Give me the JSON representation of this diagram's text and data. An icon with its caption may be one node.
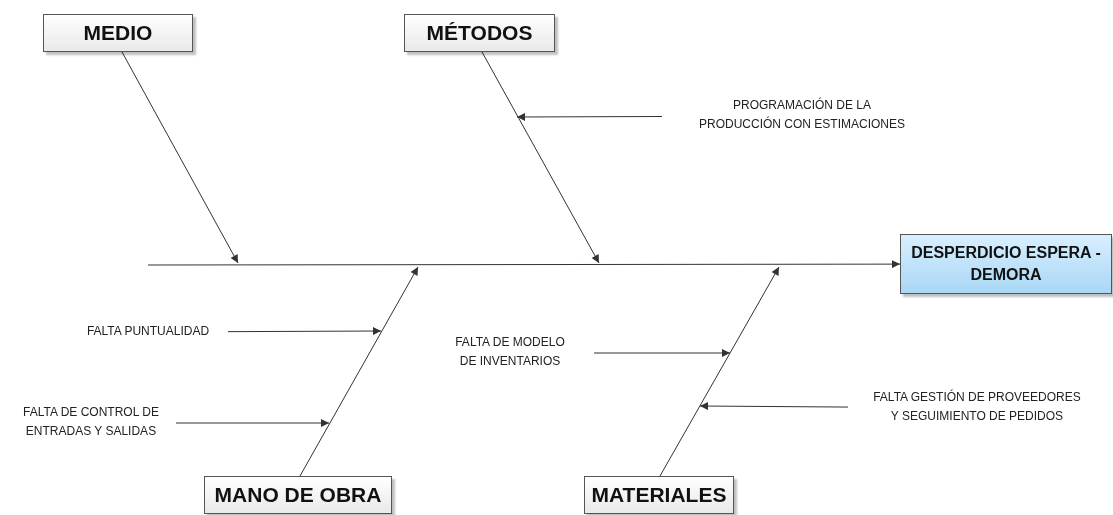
{
  "diagram": {
    "nodes": [
      {
        "text": [
          "MEDIO"
        ]
      },
      {
        "text": [
          "MÉTODOS"
        ]
      },
      {
        "text": [
          "DESPERDICIO ESPERA - DEMORA"
        ]
      },
      {
        "text": [
          "MANO DE OBRA"
        ]
      },
      {
        "text": [
          "MATERIALES"
        ]
      },
      {
        "text": [
          "PROGRAMACIÓN DE LA PRODUCCIÓN CON ESTIMACIONES"
        ]
      },
      {
        "text": [
          "FALTA PUNTUALIDAD"
        ]
      },
      {
        "text": [
          "FALTA DE MODELO DE INVENTARIOS"
        ]
      },
      {
        "text": [
          "FALTA DE CONTROL DE ENTRADAS Y SALIDAS"
        ]
      },
      {
        "text": [
          "FALTA GESTIÓN DE PROVEEDORES Y SEGUIMIENTO DE PEDIDOS"
        ]
      }
    ],
    "edges": [
      {
        "from": null,
        "to": 2,
        "arrow": "to"
      },
      {
        "from": 0,
        "to": null,
        "arrow": "to"
      },
      {
        "from": 1,
        "to": null,
        "arrow": "to"
      },
      {
        "from": 3,
        "to": null,
        "arrow": "to"
      },
      {
        "from": 4,
        "to": null,
        "arrow": "to"
      },
      {
        "from": 5,
        "to": null,
        "arrow": "to"
      },
      {
        "from": 6,
        "to": null,
        "arrow": "to"
      },
      {
        "from": 7,
        "to": null,
        "arrow": "to"
      },
      {
        "from": 8,
        "to": null,
        "arrow": "to"
      },
      {
        "from": 9,
        "to": null,
        "arrow": "to"
      }
    ]
  }
}
